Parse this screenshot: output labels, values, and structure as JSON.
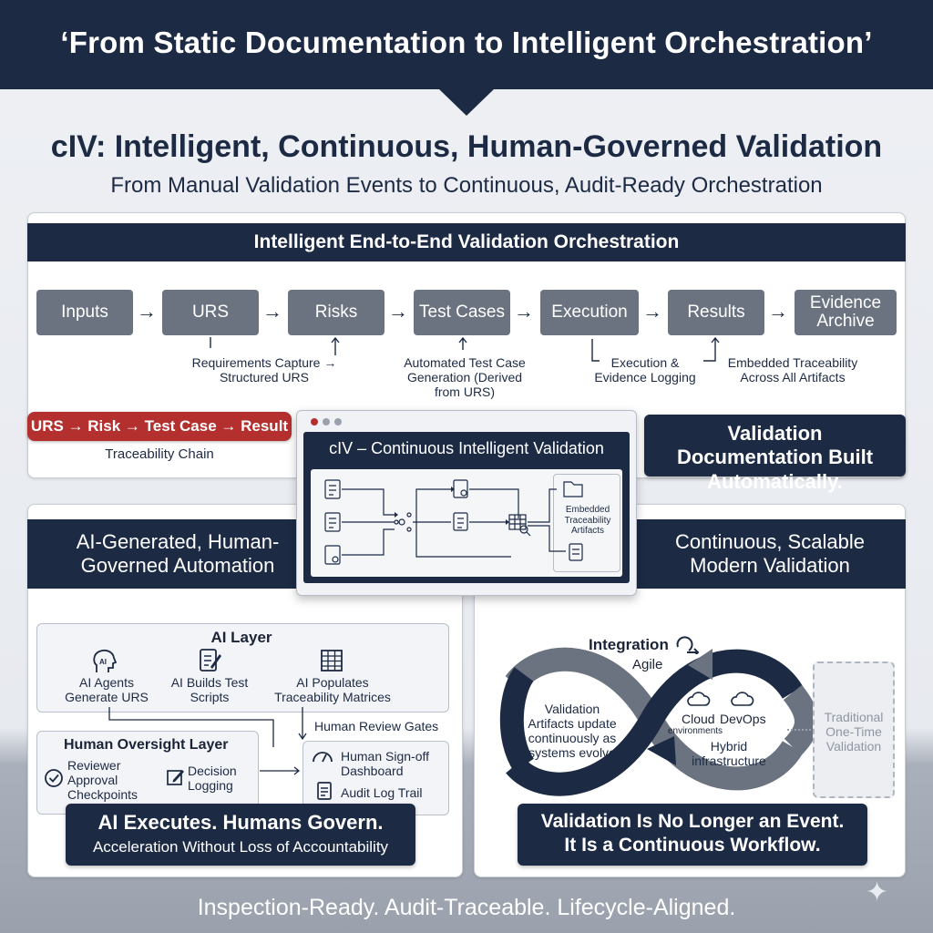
{
  "banner": {
    "title": "‘From Static Documentation to Intelligent Orchestration’"
  },
  "main": {
    "title": "cIV: Intelligent, Continuous, Human-Governed Validation",
    "subtitle": "From Manual Validation Events to Continuous, Audit-Ready Orchestration"
  },
  "orchestration": {
    "header": "Intelligent End-to-End Validation Orchestration",
    "steps": [
      "Inputs",
      "URS",
      "Risks",
      "Test Cases",
      "Execution",
      "Results",
      "Evidence Archive"
    ],
    "notes": {
      "requirements": "Requirements Capture → Structured URS",
      "automated_tests": "Automated Test Case Generation (Derived from URS)",
      "execution_logging": "Execution & Evidence Logging",
      "traceability": "Embedded Traceability Across All Artifacts"
    },
    "chain_badge": "URS → Risk → Test Case → Result",
    "chain_label": "Traceability Chain",
    "doc_box": "Validation Documentation Built Automatically."
  },
  "window": {
    "title": "cIV – Continuous Intelligent Validation",
    "embedded_label": "Embedded Traceability Artifacts"
  },
  "left_panel": {
    "header": "AI-Generated, Human-Governed Automation",
    "ai_layer": {
      "title": "AI Layer",
      "items": [
        {
          "icon": "ai-head-icon",
          "label": "AI Agents Generate URS"
        },
        {
          "icon": "document-pen-icon",
          "label": "AI Builds Test Scripts"
        },
        {
          "icon": "grid-table-icon",
          "label": "AI Populates Traceability Matrices"
        }
      ]
    },
    "review_gates": "Human Review Gates",
    "oversight": {
      "title": "Human Oversight Layer",
      "items": [
        {
          "icon": "check-circle-icon",
          "label": "Reviewer Approval Checkpoints"
        },
        {
          "icon": "edit-icon",
          "label": "Decision Logging"
        }
      ]
    },
    "signoff": {
      "dashboard": "Human Sign-off Dashboard",
      "audit": "Audit Log Trail"
    },
    "banner_title": "AI Executes. Humans Govern.",
    "banner_sub": "Acceleration Without Loss of Accountability"
  },
  "right_panel": {
    "header": "Continuous, Scalable Modern Validation",
    "integration": "Integration",
    "agile": "Agile",
    "loop_left": "Validation Artifacts update continuously as systems evolve",
    "cloud": "Cloud",
    "environments": "environments",
    "devops": "DevOps",
    "hybrid": "Hybrid infrastructure",
    "traditional": "Traditional One-Time Validation",
    "banner_title": "Validation Is No Longer an Event.",
    "banner_sub": "It Is a Continuous Workflow."
  },
  "footer": "Inspection-Ready. Audit-Traceable. Lifecycle-Aligned."
}
